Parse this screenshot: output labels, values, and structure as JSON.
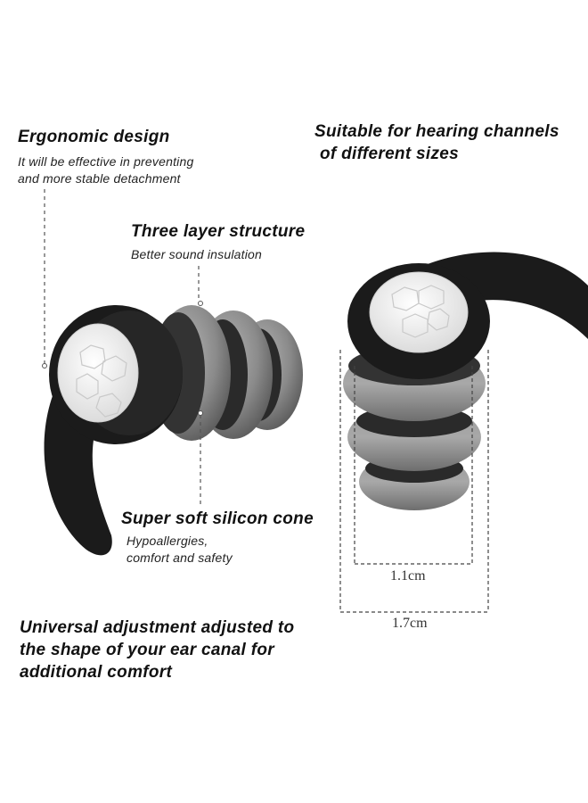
{
  "ergonomic": {
    "title": "Ergonomic design",
    "lines": [
      "It will be effective in preventing",
      "and more stable detachment"
    ]
  },
  "suitable": {
    "lines": [
      "Suitable for hearing channels",
      "of different sizes"
    ]
  },
  "three_layer": {
    "title": "Three layer structure",
    "subtitle": "Better sound insulation"
  },
  "cone": {
    "title": "Super soft silicon cone",
    "lines": [
      "Hypoallergies,",
      "comfort and safety"
    ]
  },
  "universal": {
    "lines": [
      "Universal adjustment adjusted to",
      "the shape of your ear canal for",
      "additional comfort"
    ]
  },
  "dimensions": {
    "inner": "1.1cm",
    "outer": "1.7cm"
  },
  "colors": {
    "body": "#1b1b1b",
    "tips": "#8c8c8c",
    "cap": "#f2f2f2"
  }
}
